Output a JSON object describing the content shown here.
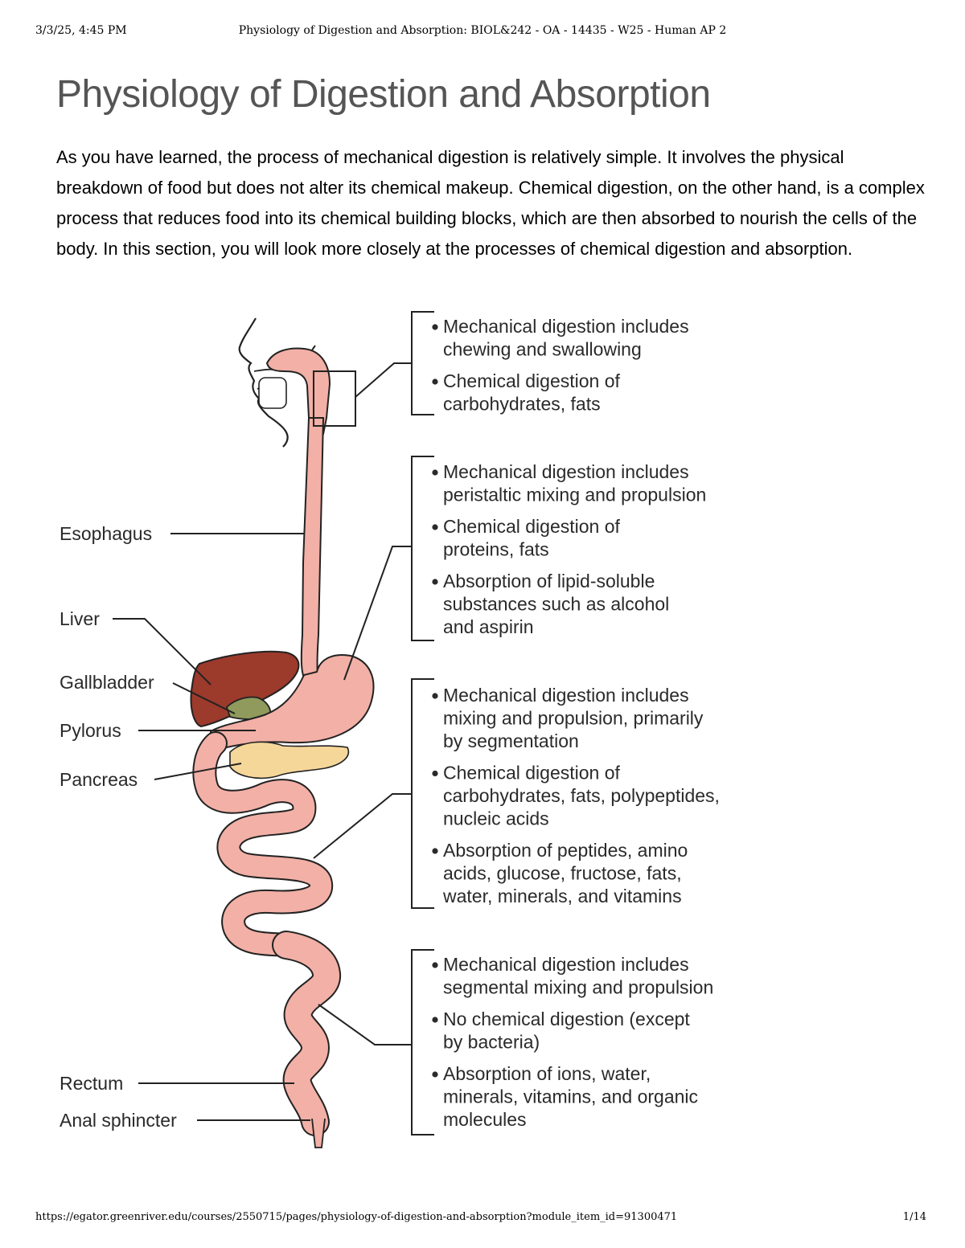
{
  "header": {
    "datetime": "3/3/25, 4:45 PM",
    "doc_title": "Physiology of Digestion and Absorption: BIOL&242 - OA - 14435 - W25 - Human AP 2"
  },
  "page": {
    "title": "Physiology of Digestion and Absorption",
    "intro": "As you have learned, the process of mechanical digestion is relatively simple. It involves the physical breakdown of food but does not alter its chemical makeup. Chemical digestion, on the other hand, is a complex process that reduces food into its chemical building blocks, which are then absorbed to nourish the cells of the body. In this section, you will look more closely at the processes of chemical digestion and absorption."
  },
  "figure": {
    "labels": {
      "esophagus": "Esophagus",
      "liver": "Liver",
      "gallbladder": "Gallbladder",
      "pylorus": "Pylorus",
      "pancreas": "Pancreas",
      "rectum": "Rectum",
      "anal_sphincter": "Anal sphincter"
    },
    "mouth_box": [
      [
        "Mechanical digestion includes",
        "chewing and swallowing"
      ],
      [
        "Chemical digestion of",
        "carbohydrates, fats"
      ]
    ],
    "stomach_box": [
      [
        "Mechanical digestion includes",
        "peristaltic mixing and propulsion"
      ],
      [
        "Chemical digestion of",
        "proteins, fats"
      ],
      [
        "Absorption of lipid-soluble",
        "substances such as alcohol",
        "and aspirin"
      ]
    ],
    "small_intestine_box": [
      [
        "Mechanical digestion includes",
        "mixing and propulsion, primarily",
        "by segmentation"
      ],
      [
        "Chemical digestion of",
        "carbohydrates, fats, polypeptides,",
        "nucleic acids"
      ],
      [
        "Absorption of peptides, amino",
        "acids, glucose, fructose, fats,",
        "water, minerals, and vitamins"
      ]
    ],
    "large_intestine_box": [
      [
        "Mechanical digestion includes",
        "segmental mixing and propulsion"
      ],
      [
        "No chemical digestion (except",
        "by bacteria)"
      ],
      [
        "Absorption of ions, water,",
        "minerals, vitamins, and organic",
        "molecules"
      ]
    ],
    "colors": {
      "tract": "#f2b0a6",
      "liver": "#9c3a2c",
      "gallbladder": "#8f9a5c",
      "pancreas": "#f6d79a"
    }
  },
  "footer": {
    "url": "https://egator.greenriver.edu/courses/2550715/pages/physiology-of-digestion-and-absorption?module_item_id=91300471",
    "page_number": "1/14"
  }
}
